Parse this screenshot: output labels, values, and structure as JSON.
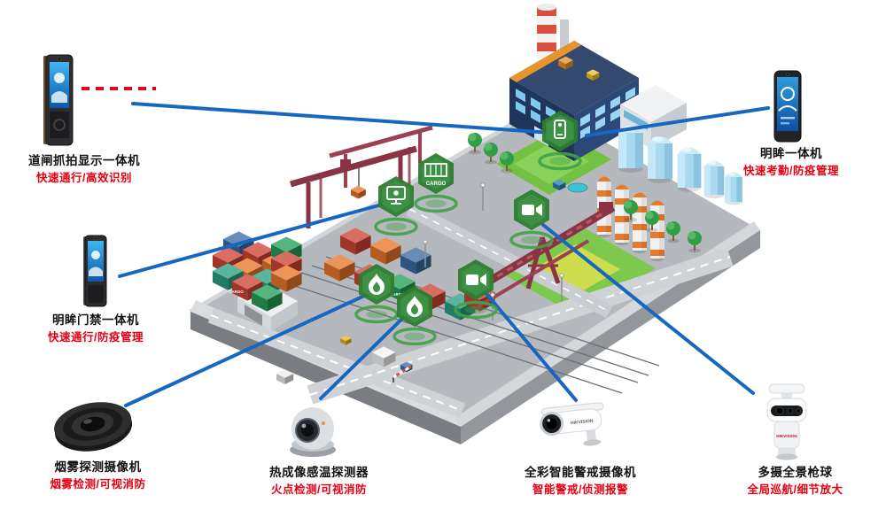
{
  "devices": [
    {
      "id": "gate-capture-terminal",
      "title": "道闸抓拍显示一体机",
      "subtitle": "快速通行/高效识别"
    },
    {
      "id": "access-control-terminal",
      "title": "明眸门禁一体机",
      "subtitle": "快速通行/防疫管理"
    },
    {
      "id": "smoke-detection-camera",
      "title": "烟雾探测摄像机",
      "subtitle": "烟雾检测/可视消防"
    },
    {
      "id": "thermal-temperature-detector",
      "title": "热成像感温探测器",
      "subtitle": "火点检测/可视消防"
    },
    {
      "id": "full-color-warning-camera",
      "title": "全彩智能警戒摄像机",
      "subtitle": "智能警戒/侦测报警"
    },
    {
      "id": "multi-lens-ptz-camera",
      "title": "多摄全景枪球",
      "subtitle": "全局巡航/细节放大"
    },
    {
      "id": "attendance-terminal",
      "title": "明眸一体机",
      "subtitle": "快速考勤/防疫管理"
    }
  ],
  "scene": {
    "cargo_label": "CARGO",
    "brand_label": "HIKVISION",
    "markers": [
      {
        "icon": "terminal-icon"
      },
      {
        "icon": "cargo-container-icon"
      },
      {
        "icon": "monitor-icon"
      },
      {
        "icon": "video-camera-icon"
      },
      {
        "icon": "flame-icon"
      },
      {
        "icon": "flame-icon"
      },
      {
        "icon": "video-camera-icon"
      }
    ]
  },
  "colors": {
    "connector_blue": "#1766c1",
    "alert_red": "#e60012",
    "marker_green": "#2e7d32"
  }
}
